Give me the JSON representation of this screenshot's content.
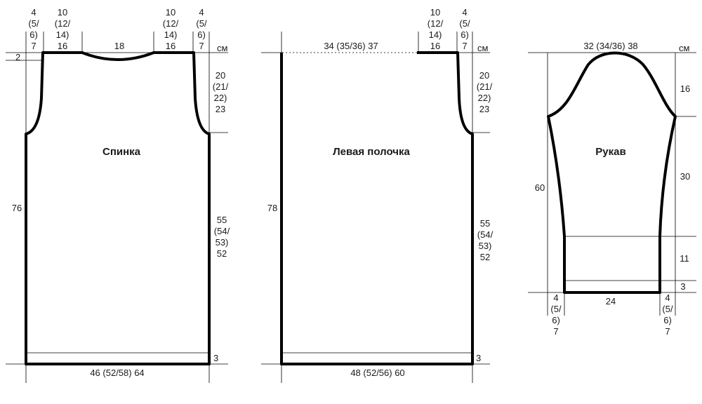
{
  "units": "см",
  "back": {
    "title": "Спинка",
    "shoulder_left": [
      "4",
      "(5/",
      "6)",
      "7"
    ],
    "neck_side_left": [
      "10",
      "(12/",
      "14)",
      "16"
    ],
    "neck_width": "18",
    "neck_side_right": [
      "10",
      "(12/",
      "14)",
      "16"
    ],
    "shoulder_right": [
      "4",
      "(5/",
      "6)",
      "7"
    ],
    "shoulder_slope": "2",
    "armhole_height": [
      "20",
      "(21/",
      "22)",
      "23"
    ],
    "total_length": "76",
    "side_length": [
      "55",
      "(54/",
      "53)",
      "52"
    ],
    "hem": "3",
    "width": "46 (52/58) 64"
  },
  "left_front": {
    "title": "Левая полочка",
    "top_width": "34 (35/36) 37",
    "neck_side": [
      "10",
      "(12/",
      "14)",
      "16"
    ],
    "shoulder": [
      "4",
      "(5/",
      "6)",
      "7"
    ],
    "armhole_height": [
      "20",
      "(21/",
      "22)",
      "23"
    ],
    "total_length": "78",
    "side_length": [
      "55",
      "(54/",
      "53)",
      "52"
    ],
    "hem": "3",
    "width": "48 (52/56) 60"
  },
  "sleeve": {
    "title": "Рукав",
    "cap_width": "32 (34/36) 38",
    "cap_height": "16",
    "total_length": "60",
    "upper_length": "30",
    "lower_length": "11",
    "cuff": "3",
    "cuff_width": "24",
    "edge_left": [
      "4",
      "(5/",
      "6)",
      "7"
    ],
    "edge_right": [
      "4",
      "(5/",
      "6)",
      "7"
    ]
  }
}
